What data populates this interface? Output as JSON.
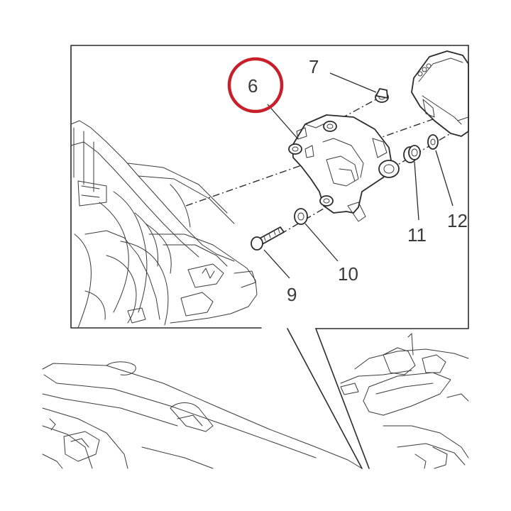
{
  "callouts": {
    "c6": "6",
    "c7": "7",
    "c9": "9",
    "c10": "10",
    "c11": "11",
    "c12": "12"
  },
  "highlight": {
    "target": "6",
    "color": "#c8202a"
  }
}
